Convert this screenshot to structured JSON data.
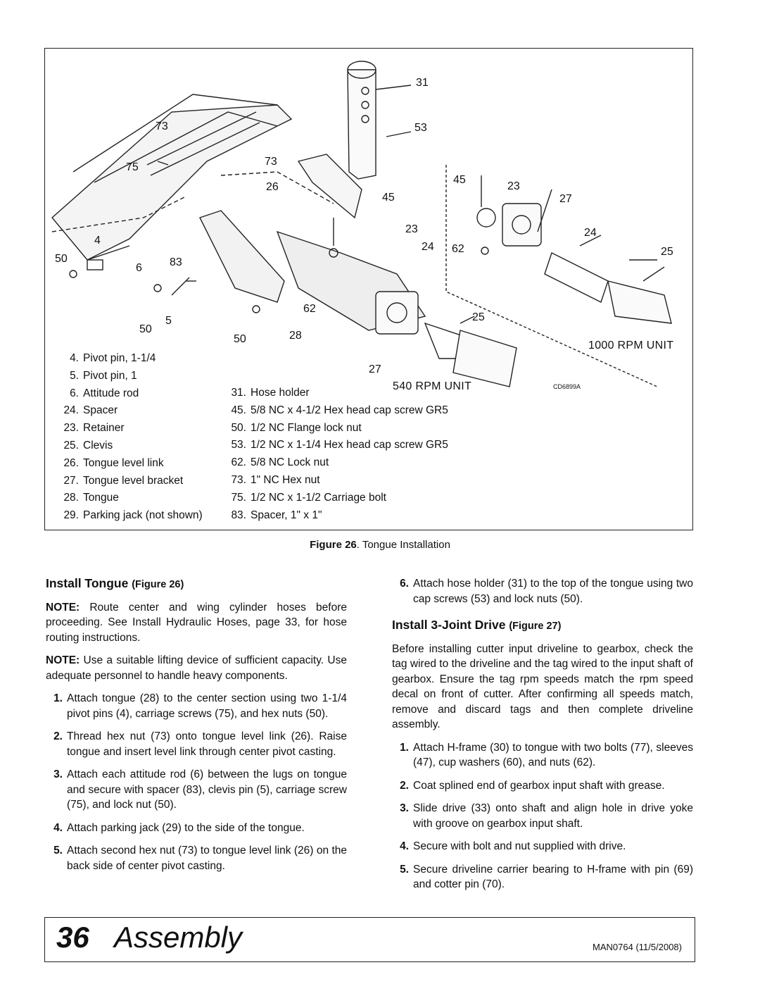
{
  "figure": {
    "callouts": {
      "c31": "31",
      "c53": "53",
      "c73a": "73",
      "c73b": "73",
      "c75": "75",
      "c26": "26",
      "c45a": "45",
      "c45b": "45",
      "c23a": "23",
      "c23b": "23",
      "c27a": "27",
      "c27b": "27",
      "c24a": "24",
      "c24b": "24",
      "c25a": "25",
      "c25b": "25",
      "c62a": "62",
      "c62b": "62",
      "c4": "4",
      "c50a": "50",
      "c50b": "50",
      "c50c": "50",
      "c6": "6",
      "c83": "83",
      "c5": "5",
      "c28": "28"
    },
    "unit_1000": "1000 RPM UNIT",
    "unit_540": "540 RPM UNIT",
    "drawing_code": "CD6899A",
    "legend_left": [
      {
        "num": "4.",
        "text": "Pivot pin, 1-1/4"
      },
      {
        "num": "5.",
        "text": "Pivot pin, 1"
      },
      {
        "num": "6.",
        "text": "Attitude rod"
      },
      {
        "num": "24.",
        "text": "Spacer"
      },
      {
        "num": "23.",
        "text": "Retainer"
      },
      {
        "num": "25.",
        "text": "Clevis"
      },
      {
        "num": "26.",
        "text": "Tongue level link"
      },
      {
        "num": "27.",
        "text": "Tongue level bracket"
      },
      {
        "num": "28.",
        "text": "Tongue"
      },
      {
        "num": "29.",
        "text": "Parking jack (not shown)"
      }
    ],
    "legend_right": [
      {
        "num": "31.",
        "text": "Hose holder"
      },
      {
        "num": "45.",
        "text": "5/8 NC x 4-1/2 Hex head cap screw GR5"
      },
      {
        "num": "50.",
        "text": "1/2 NC Flange lock nut"
      },
      {
        "num": "53.",
        "text": "1/2 NC x 1-1/4 Hex head cap screw GR5"
      },
      {
        "num": "62.",
        "text": "5/8 NC Lock nut"
      },
      {
        "num": "73.",
        "text": "1\" NC Hex nut"
      },
      {
        "num": "75.",
        "text": "1/2 NC x 1-1/2 Carriage bolt"
      },
      {
        "num": "83.",
        "text": "Spacer, 1\" x 1\""
      }
    ],
    "caption_label": "Figure 26",
    "caption_text": ". Tongue Installation"
  },
  "left": {
    "heading": "Install Tongue",
    "heading_fig": "(Figure 26)",
    "note1_label": "NOTE:",
    "note1_text": " Route center and wing cylinder hoses before proceeding. See Install Hydraulic Hoses, page 33, for hose routing instructions.",
    "note2_label": "NOTE:",
    "note2_text": " Use a suitable lifting device of sufficient capacity. Use adequate personnel to handle heavy components.",
    "steps": [
      {
        "n": "1.",
        "t": "Attach tongue (28) to the center section using two 1-1/4 pivot pins (4), carriage screws (75), and hex nuts (50)."
      },
      {
        "n": "2.",
        "t": "Thread hex nut (73) onto tongue level link (26). Raise tongue and insert level link through center pivot casting."
      },
      {
        "n": "3.",
        "t": "Attach each attitude rod (6) between the lugs on tongue and secure with spacer (83), clevis pin (5), carriage screw (75), and lock nut (50)."
      },
      {
        "n": "4.",
        "t": "Attach parking jack (29) to the side of the tongue."
      },
      {
        "n": "5.",
        "t": "Attach second hex nut (73) to tongue level link (26) on the back side of center pivot casting."
      }
    ]
  },
  "right": {
    "step6_n": "6.",
    "step6_t": "Attach hose holder (31) to the top of the tongue using two cap screws (53) and lock nuts (50).",
    "heading": "Install 3-Joint Drive",
    "heading_fig": "(Figure 27)",
    "intro": "Before installing cutter input driveline to gearbox, check the tag wired to the driveline and the tag wired to the input shaft of gearbox. Ensure the tag rpm speeds match the rpm speed decal on front of cutter. After confirming all speeds match, remove and discard tags and then complete driveline assembly.",
    "steps": [
      {
        "n": "1.",
        "t": "Attach H-frame (30) to tongue with two bolts (77), sleeves (47), cup washers (60), and nuts (62)."
      },
      {
        "n": "2.",
        "t": "Coat splined end of gearbox input shaft with grease."
      },
      {
        "n": "3.",
        "t": "Slide drive (33) onto shaft and align hole in drive yoke with groove on gearbox input shaft."
      },
      {
        "n": "4.",
        "t": "Secure with bolt and nut supplied with drive."
      },
      {
        "n": "5.",
        "t": "Secure driveline carrier bearing to H-frame with pin (69) and cotter pin (70)."
      }
    ]
  },
  "footer": {
    "page": "36",
    "title": "Assembly",
    "doc_code": "MAN0764 (11/5/2008)"
  }
}
